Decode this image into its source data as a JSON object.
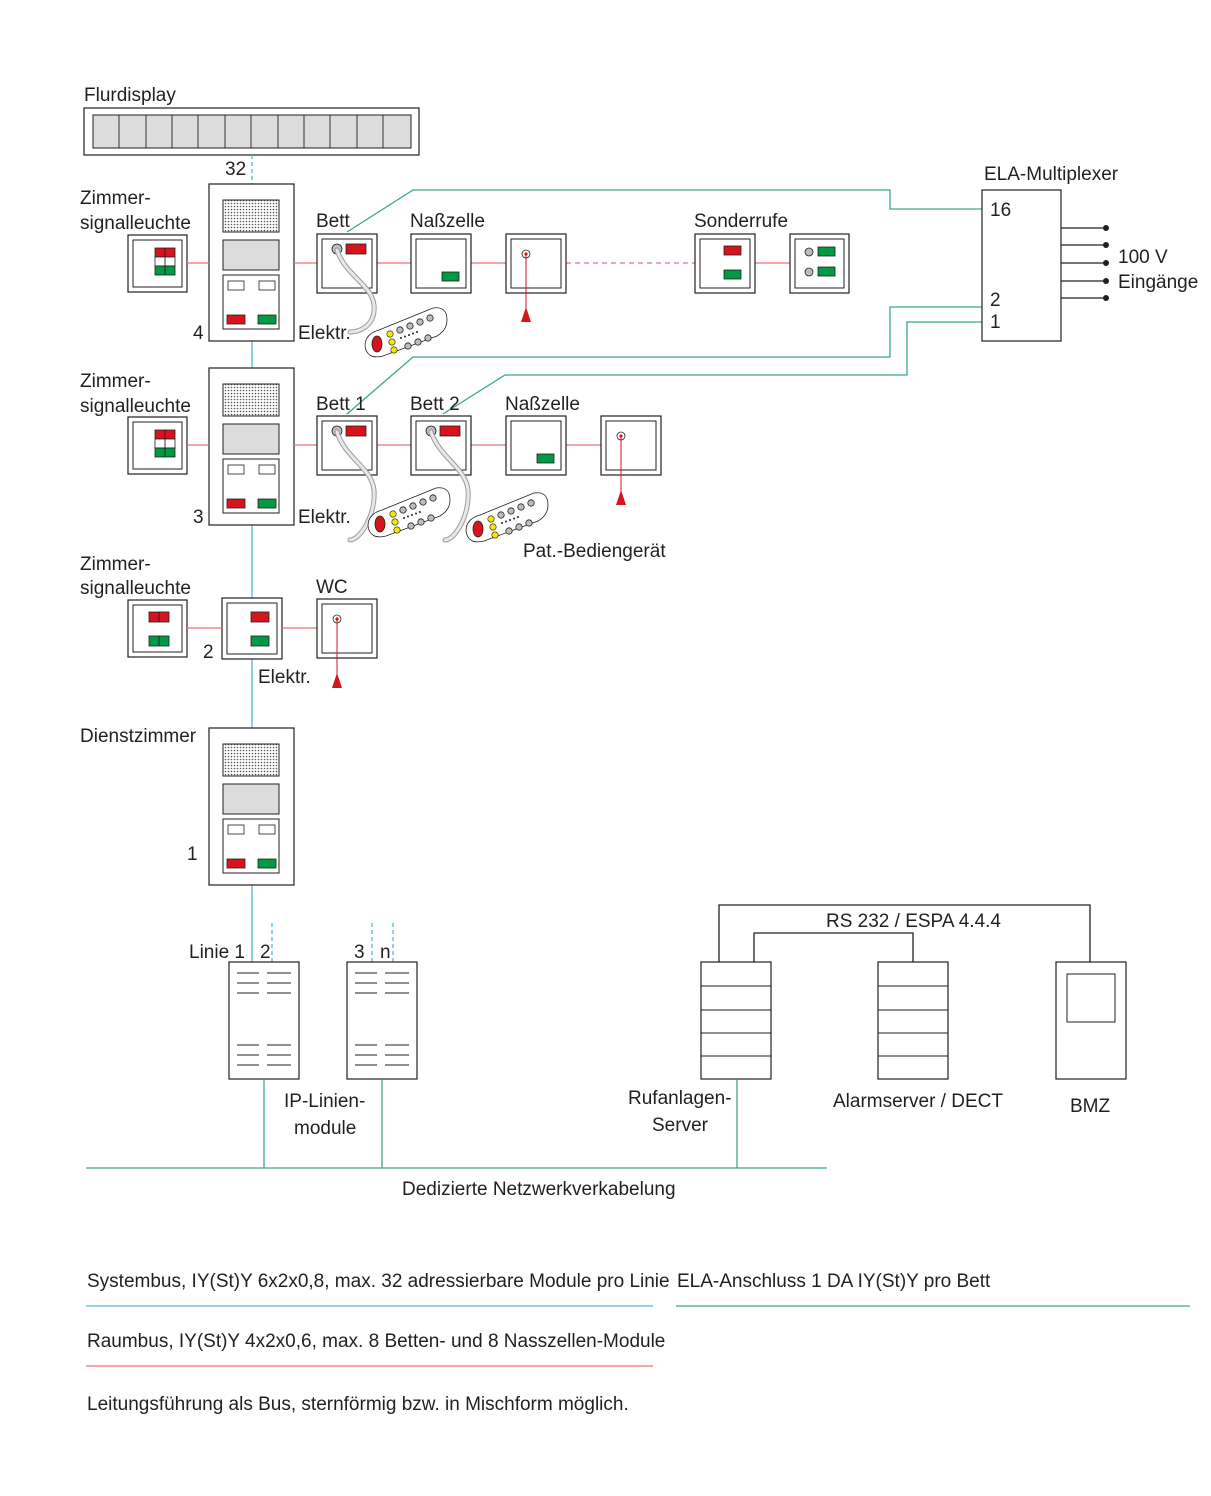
{
  "labels": {
    "flurdisplay": "Flurdisplay",
    "n32": "32",
    "zimmer_a": "Zimmer-",
    "zimmer_b": "signalleuchte",
    "bett": "Bett",
    "nasszelle": "Naßzelle",
    "sonderrufe": "Sonderrufe",
    "ela_mux": "ELA-Multiplexer",
    "n16": "16",
    "v100": "100 V",
    "eingaenge": "Eingänge",
    "n2": "2",
    "n1": "1",
    "n4": "4",
    "n3": "3",
    "elektr": "Elektr.",
    "bett1": "Bett 1",
    "bett2": "Bett 2",
    "pat": "Pat.-Bediengerät",
    "wc": "WC",
    "dienstzimmer": "Dienstzimmer",
    "linie1": "Linie 1",
    "nn": "n",
    "rs232": "RS 232 / ESPA 4.4.4",
    "ip_a": "IP-Linien-",
    "ip_b": "module",
    "ruf_a": "Rufanlagen-",
    "ruf_b": "Server",
    "alarm": "Alarmserver / DECT",
    "bmz": "BMZ",
    "netz": "Dedizierte Netzwerkverkabelung"
  },
  "legend": {
    "systembus": "Systembus, IY(St)Y 6x2x0,8, max. 32 adressierbare Module pro Linie",
    "ela": "ELA-Anschluss 1 DA IY(St)Y pro Bett",
    "raumbus": "Raumbus, IY(St)Y 4x2x0,6, max. 8 Betten- und 8 Nasszellen-Module",
    "leitung": "Leitungsführung als Bus, sternförmig bzw. in Mischform möglich."
  },
  "colors": {
    "systembus": "#58b6d8",
    "raumbus": "#e8707a",
    "ela": "#3aa88a",
    "call_red": "#d7141e",
    "clear_green": "#009a44"
  }
}
